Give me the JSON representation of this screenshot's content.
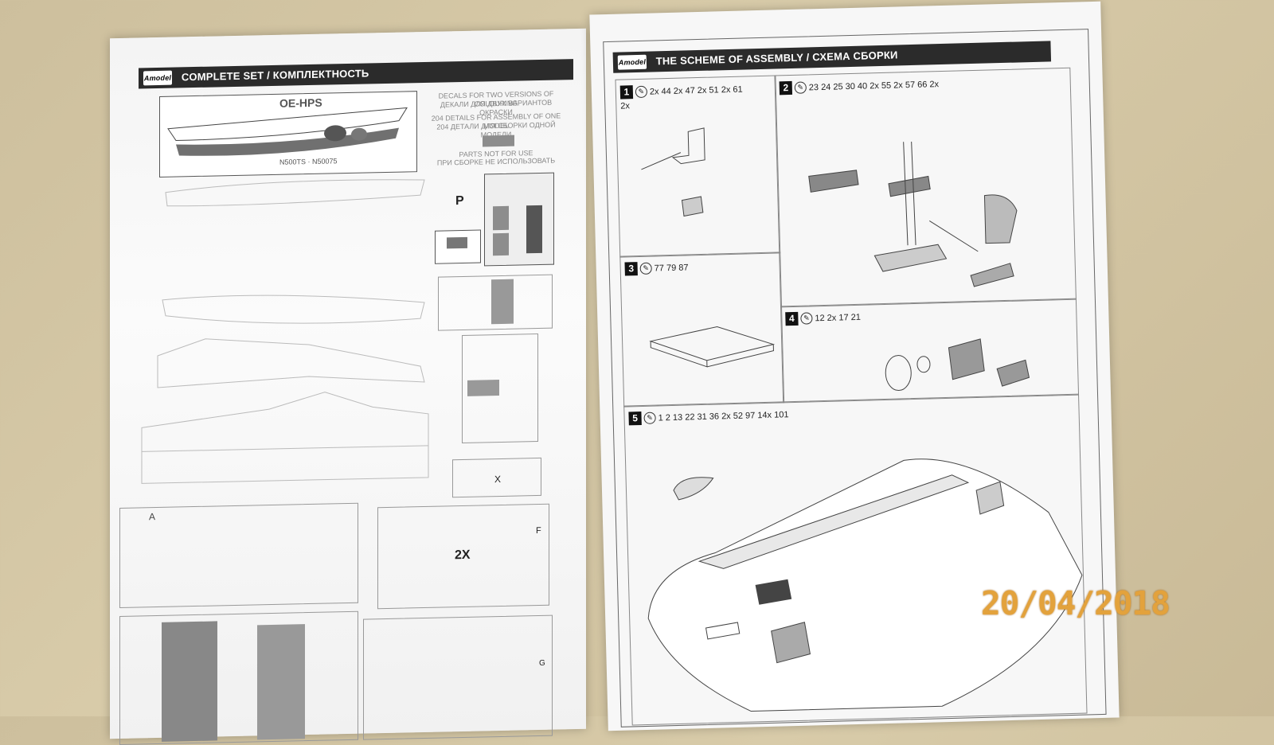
{
  "left_page": {
    "logo": "Amodel",
    "header": "COMPLETE SET / КОМПЛЕКТНОСТЬ",
    "decal_registration": "OE-HPS",
    "decal_serials": "N500TS · N50075",
    "decal_note_1": "DECALS FOR TWO VERSIONS OF COLOURING",
    "decal_note_1_ru": "ДЕКАЛИ ДЛЯ ДВУХ ВАРИАНТОВ ОКРАСКИ",
    "decal_note_2": "204 DETAILS FOR ASSEMBLY OF ONE MODEL",
    "decal_note_2_ru": "204 ДЕТАЛИ ДЛЯ СБОРКИ ОДНОЙ МОДЕЛИ",
    "parts_note": "PARTS NOT FOR USE",
    "parts_note_ru": "ПРИ СБОРКЕ НЕ ИСПОЛЬЗОВАТЬ",
    "pe_label": "P",
    "sprue_2x": "2X",
    "sprue_letter_a": "A",
    "sprue_letter_f": "F",
    "sprue_letter_g": "G",
    "sprue_x": "X"
  },
  "right_page": {
    "logo": "Amodel",
    "header": "THE SCHEME OF ASSEMBLY / СХЕМА СБОРКИ",
    "steps": [
      {
        "num": "1",
        "parts": "2x 44  2x 47  2x 51  2x 61",
        "extra": "2x"
      },
      {
        "num": "2",
        "parts": "23 24 25 30 40  2x 55  2x 57 66  2x"
      },
      {
        "num": "3",
        "parts": "77 79 87"
      },
      {
        "num": "4",
        "parts": "12  2x 17 21"
      },
      {
        "num": "5",
        "parts": "1 2 13 22 31 36  2x 52 97  14x 101"
      }
    ]
  },
  "date_stamp": "20/04/2018"
}
